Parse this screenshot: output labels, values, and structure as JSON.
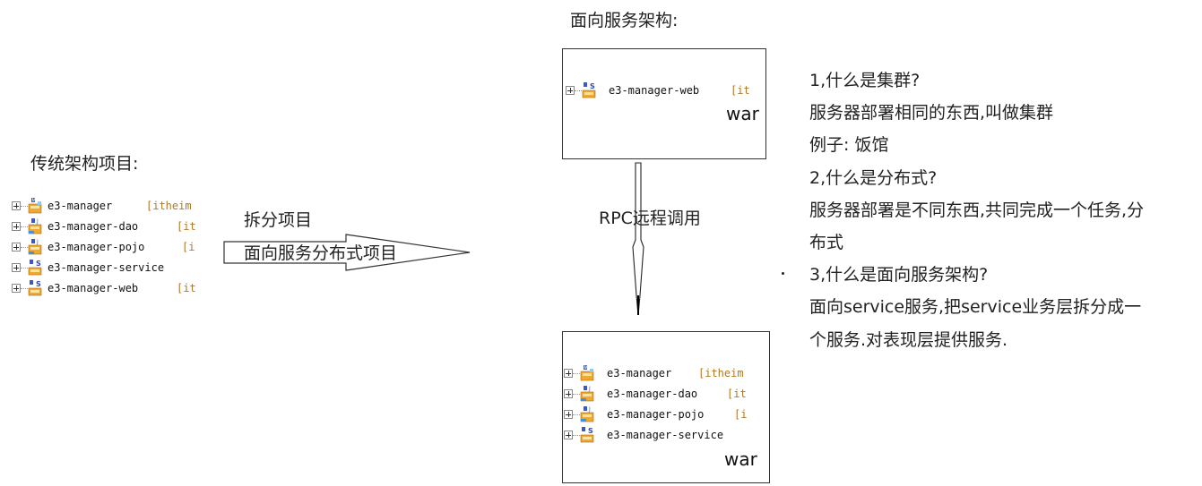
{
  "soa_title": "面向服务架构:",
  "traditional_title": "传统架构项目:",
  "arrow_labels": {
    "line1": "拆分项目",
    "line2": "面向服务分布式项目"
  },
  "rpc_label": "RPC远程调用",
  "left_tree": [
    {
      "name": "e3-manager",
      "suffix": "[itheim",
      "icon": "maven-project-icon"
    },
    {
      "name": "e3-manager-dao",
      "suffix": "[it",
      "icon": "maven-jar-icon"
    },
    {
      "name": "e3-manager-pojo",
      "suffix": "[i",
      "icon": "maven-jar-icon"
    },
    {
      "name": "e3-manager-service",
      "suffix": "",
      "icon": "maven-service-icon"
    },
    {
      "name": "e3-manager-web",
      "suffix": "[it",
      "icon": "maven-service-icon"
    }
  ],
  "top_box": {
    "rows": [
      {
        "name": "e3-manager-web",
        "suffix": "[it",
        "icon": "maven-service-icon"
      }
    ],
    "label": "war"
  },
  "bottom_box": {
    "rows": [
      {
        "name": "e3-manager",
        "suffix": "[itheim",
        "icon": "maven-project-icon"
      },
      {
        "name": "e3-manager-dao",
        "suffix": "[it",
        "icon": "maven-jar-icon"
      },
      {
        "name": "e3-manager-pojo",
        "suffix": "[i",
        "icon": "maven-jar-icon"
      },
      {
        "name": "e3-manager-service",
        "suffix": "",
        "icon": "maven-service-icon"
      }
    ],
    "label": "war"
  },
  "notes": [
    "1,什么是集群?",
    "服务器部署相同的东西,叫做集群",
    "例子: 饭馆",
    "2,什么是分布式?",
    "服务器部署是不同东西,共同完成一个任务,分",
    "布式",
    "3,什么是面向服务架构?",
    "面向service服务,把service业务层拆分成一",
    "个服务.对表现层提供服务."
  ],
  "colors": {
    "suffix": "#b07a24",
    "border": "#333333"
  }
}
